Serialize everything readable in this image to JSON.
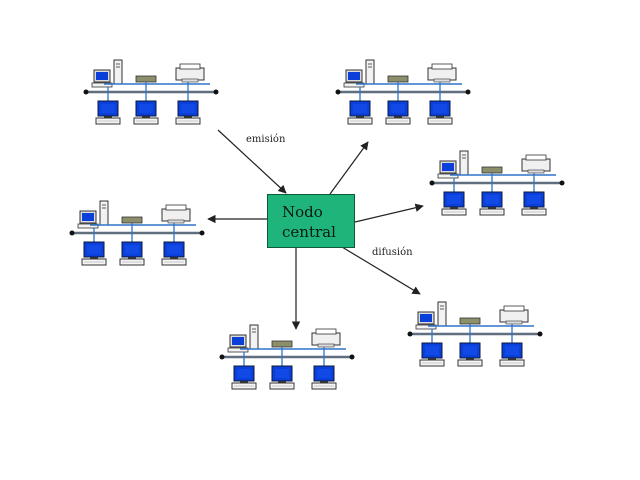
{
  "central_node": {
    "line1": "Nodo",
    "line2": "central"
  },
  "labels": {
    "emission": "emisión",
    "broadcast": "difusión"
  },
  "networks": [
    {
      "id": "top-left"
    },
    {
      "id": "top-right"
    },
    {
      "id": "right"
    },
    {
      "id": "left"
    },
    {
      "id": "bottom-right"
    },
    {
      "id": "bottom"
    }
  ],
  "colors": {
    "central_fill": "#1fb57a",
    "monitor_blue": "#0b3fd9",
    "bus": "#5f6f7f",
    "link": "#2f74c9",
    "hub": "#8d8f6a"
  }
}
